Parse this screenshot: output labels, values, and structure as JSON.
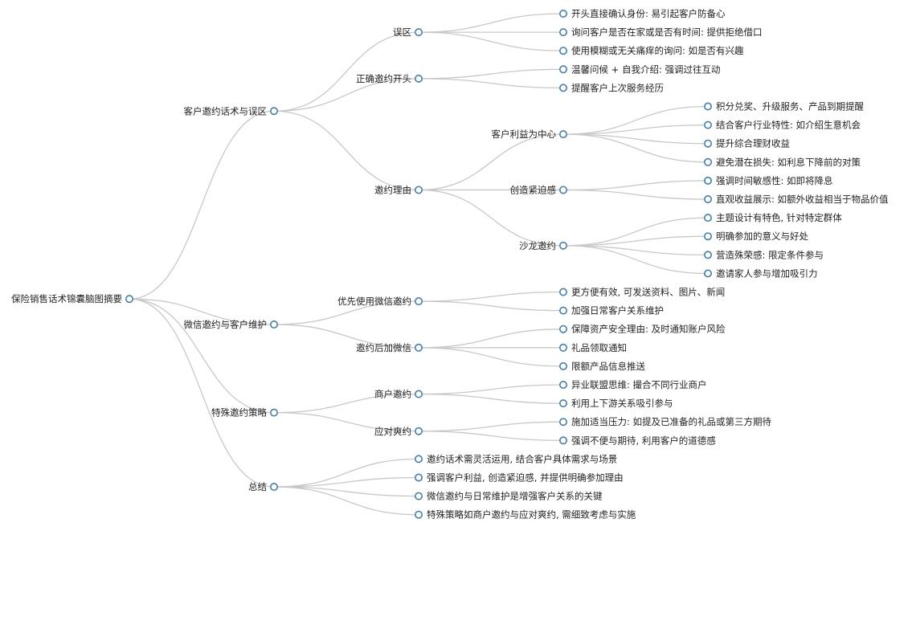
{
  "mindmap": {
    "root": {
      "label": "保险销售话术锦囊脑图摘要",
      "children": [
        {
          "label": "客户邀约话术与误区",
          "children": [
            {
              "label": "误区",
              "children": [
                {
                  "label": "开头直接确认身份: 易引起客户防备心"
                },
                {
                  "label": "询问客户是否在家或是否有时间: 提供拒绝借口"
                },
                {
                  "label": "使用模糊或无关痛痒的询问: 如是否有兴趣"
                }
              ]
            },
            {
              "label": "正确邀约开头",
              "children": [
                {
                  "label": "温馨问候 + 自我介绍: 强调过往互动"
                },
                {
                  "label": "提醒客户上次服务经历"
                }
              ]
            },
            {
              "label": "邀约理由",
              "children": [
                {
                  "label": "客户利益为中心",
                  "children": [
                    {
                      "label": "积分兑奖、升级服务、产品到期提醒"
                    },
                    {
                      "label": "结合客户行业特性: 如介绍生意机会"
                    },
                    {
                      "label": "提升综合理财收益"
                    },
                    {
                      "label": "避免潜在损失: 如利息下降前的对策"
                    }
                  ]
                },
                {
                  "label": "创造紧迫感",
                  "children": [
                    {
                      "label": "强调时间敏感性: 如即将降息"
                    },
                    {
                      "label": "直观收益展示: 如额外收益相当于物品价值"
                    }
                  ]
                },
                {
                  "label": "沙龙邀约",
                  "children": [
                    {
                      "label": "主题设计有特色, 针对特定群体"
                    },
                    {
                      "label": "明确参加的意义与好处"
                    },
                    {
                      "label": "营造殊荣感: 限定条件参与"
                    },
                    {
                      "label": "邀请家人参与增加吸引力"
                    }
                  ]
                }
              ]
            }
          ]
        },
        {
          "label": "微信邀约与客户维护",
          "children": [
            {
              "label": "优先使用微信邀约",
              "children": [
                {
                  "label": "更方便有效, 可发送资料、图片、新闻"
                },
                {
                  "label": "加强日常客户关系维护"
                }
              ]
            },
            {
              "label": "邀约后加微信",
              "children": [
                {
                  "label": "保障资产安全理由: 及时通知账户风险"
                },
                {
                  "label": "礼品领取通知"
                },
                {
                  "label": "限额产品信息推送"
                }
              ]
            }
          ]
        },
        {
          "label": "特殊邀约策略",
          "children": [
            {
              "label": "商户邀约",
              "children": [
                {
                  "label": "异业联盟思维: 撮合不同行业商户"
                },
                {
                  "label": "利用上下游关系吸引参与"
                }
              ]
            },
            {
              "label": "应对爽约",
              "children": [
                {
                  "label": "施加适当压力: 如提及已准备的礼品或第三方期待"
                },
                {
                  "label": "强调不便与期待, 利用客户的道德感"
                }
              ]
            }
          ]
        },
        {
          "label": "总结",
          "children": [
            {
              "label": "邀约话术需灵活运用, 结合客户具体需求与场景"
            },
            {
              "label": "强调客户利益, 创造紧迫感, 并提供明确参加理由"
            },
            {
              "label": "微信邀约与日常维护是增强客户关系的关键"
            },
            {
              "label": "特殊策略如商户邀约与应对爽约, 需细致考虑与实施"
            }
          ]
        }
      ]
    },
    "colors": {
      "link": "#c8c8c8",
      "node_stroke": "#3f7fb5",
      "node_fill": "#ffffff",
      "text": "#222222"
    }
  }
}
